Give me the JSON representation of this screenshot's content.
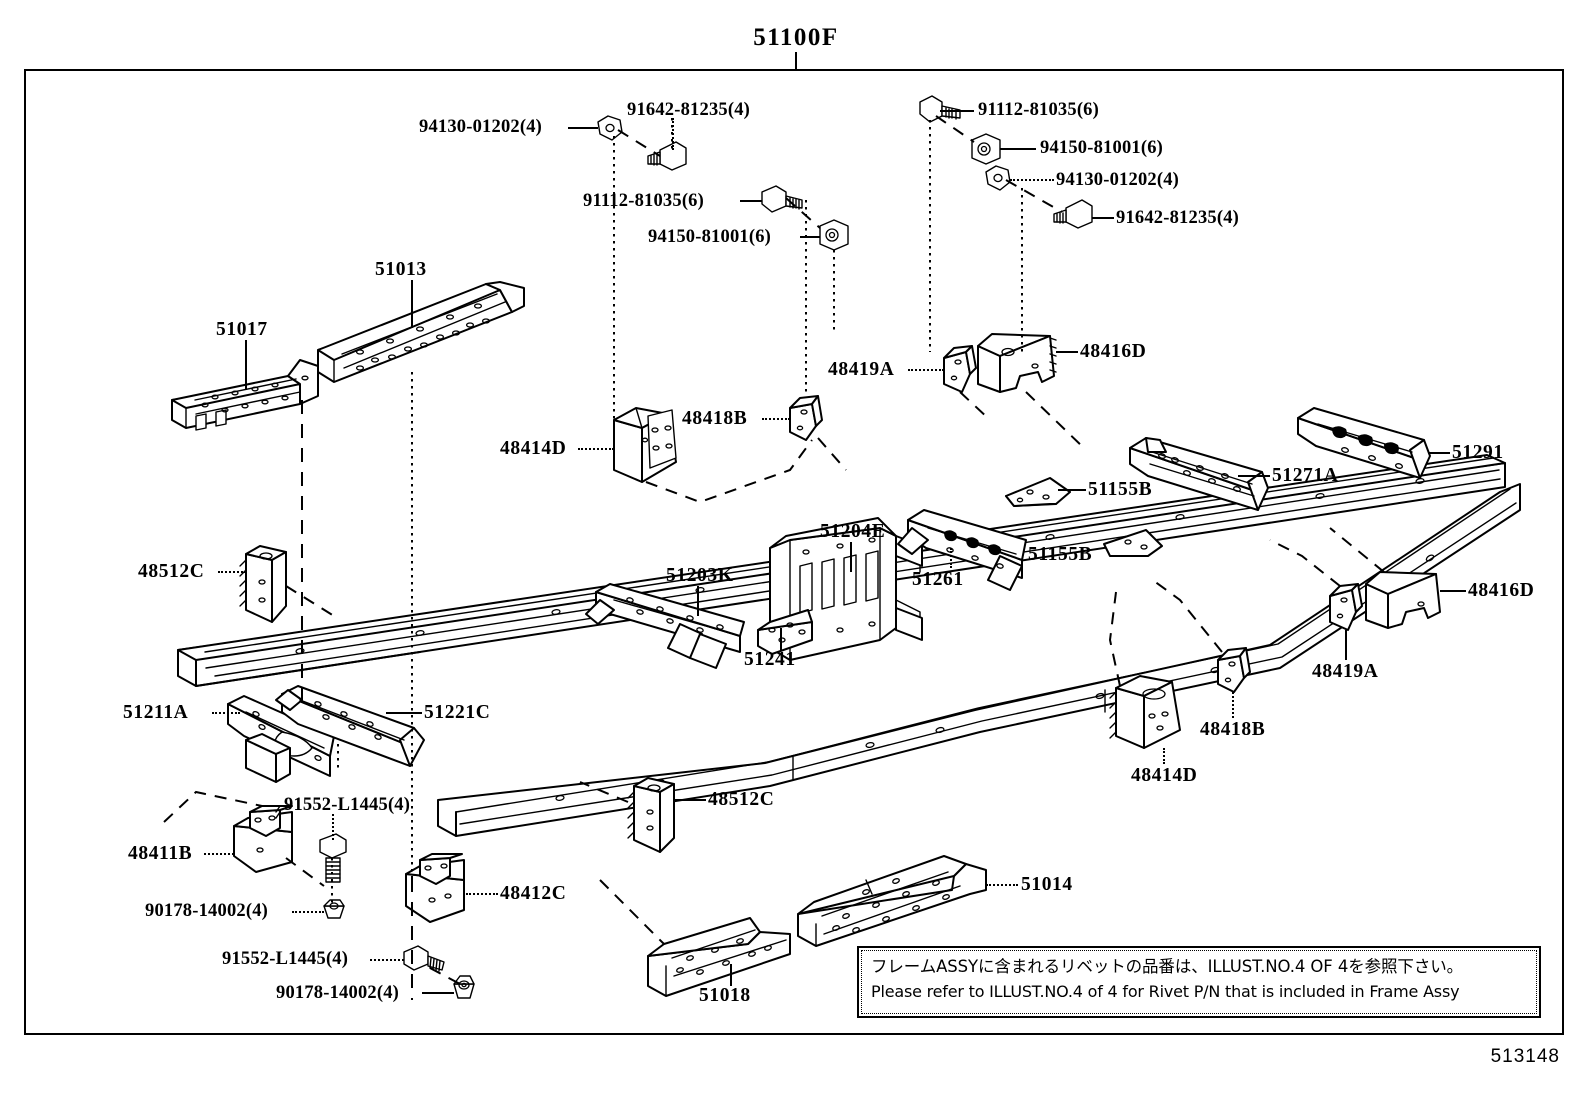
{
  "diagram": {
    "title": "51100F",
    "footer_code": "513148",
    "illustration_type": "toyota-parts-exploded-view",
    "subject": "Frame assembly"
  },
  "note": {
    "line_jp": "フレームASSYに含まれるリベットの品番は、ILLUST.NO.4 OF 4を参照下さい。",
    "line_en": "Please refer to ILLUST.NO.4 of  4 for Rivet P/N that is included in Frame Assy"
  },
  "callouts": [
    {
      "id": "c01",
      "text": "94130-01202(4)",
      "kind": "fastener"
    },
    {
      "id": "c02",
      "text": "91642-81235(4)",
      "kind": "fastener"
    },
    {
      "id": "c03",
      "text": "91112-81035(6)",
      "kind": "fastener"
    },
    {
      "id": "c04",
      "text": "94150-81001(6)",
      "kind": "fastener"
    },
    {
      "id": "c05",
      "text": "91112-81035(6)",
      "kind": "fastener"
    },
    {
      "id": "c06",
      "text": "94150-81001(6)",
      "kind": "fastener"
    },
    {
      "id": "c07",
      "text": "94130-01202(4)",
      "kind": "fastener"
    },
    {
      "id": "c08",
      "text": "91642-81235(4)",
      "kind": "fastener"
    },
    {
      "id": "c09",
      "text": "51017",
      "kind": "part"
    },
    {
      "id": "c10",
      "text": "51013",
      "kind": "part"
    },
    {
      "id": "c11",
      "text": "48414D",
      "kind": "part"
    },
    {
      "id": "c12",
      "text": "48418B",
      "kind": "part"
    },
    {
      "id": "c13",
      "text": "48419A",
      "kind": "part"
    },
    {
      "id": "c14",
      "text": "48416D",
      "kind": "part"
    },
    {
      "id": "c15",
      "text": "51291",
      "kind": "part"
    },
    {
      "id": "c16",
      "text": "51271A",
      "kind": "part"
    },
    {
      "id": "c17",
      "text": "51155B",
      "kind": "part"
    },
    {
      "id": "c18",
      "text": "51155B",
      "kind": "part"
    },
    {
      "id": "c19",
      "text": "51204E",
      "kind": "part"
    },
    {
      "id": "c20",
      "text": "51203K",
      "kind": "part"
    },
    {
      "id": "c21",
      "text": "51241",
      "kind": "part"
    },
    {
      "id": "c22",
      "text": "51261",
      "kind": "part"
    },
    {
      "id": "c23",
      "text": "48512C",
      "kind": "part"
    },
    {
      "id": "c24",
      "text": "48416D",
      "kind": "part"
    },
    {
      "id": "c25",
      "text": "48419A",
      "kind": "part"
    },
    {
      "id": "c26",
      "text": "48418B",
      "kind": "part"
    },
    {
      "id": "c27",
      "text": "48414D",
      "kind": "part"
    },
    {
      "id": "c28",
      "text": "51211A",
      "kind": "part"
    },
    {
      "id": "c29",
      "text": "51221C",
      "kind": "part"
    },
    {
      "id": "c30",
      "text": "91552-L1445(4)",
      "kind": "fastener"
    },
    {
      "id": "c31",
      "text": "48411B",
      "kind": "part"
    },
    {
      "id": "c32",
      "text": "90178-14002(4)",
      "kind": "fastener"
    },
    {
      "id": "c33",
      "text": "48412C",
      "kind": "part"
    },
    {
      "id": "c34",
      "text": "91552-L1445(4)",
      "kind": "fastener"
    },
    {
      "id": "c35",
      "text": "90178-14002(4)",
      "kind": "fastener"
    },
    {
      "id": "c36",
      "text": "48512C",
      "kind": "part"
    },
    {
      "id": "c37",
      "text": "51018",
      "kind": "part"
    },
    {
      "id": "c38",
      "text": "51014",
      "kind": "part"
    }
  ]
}
